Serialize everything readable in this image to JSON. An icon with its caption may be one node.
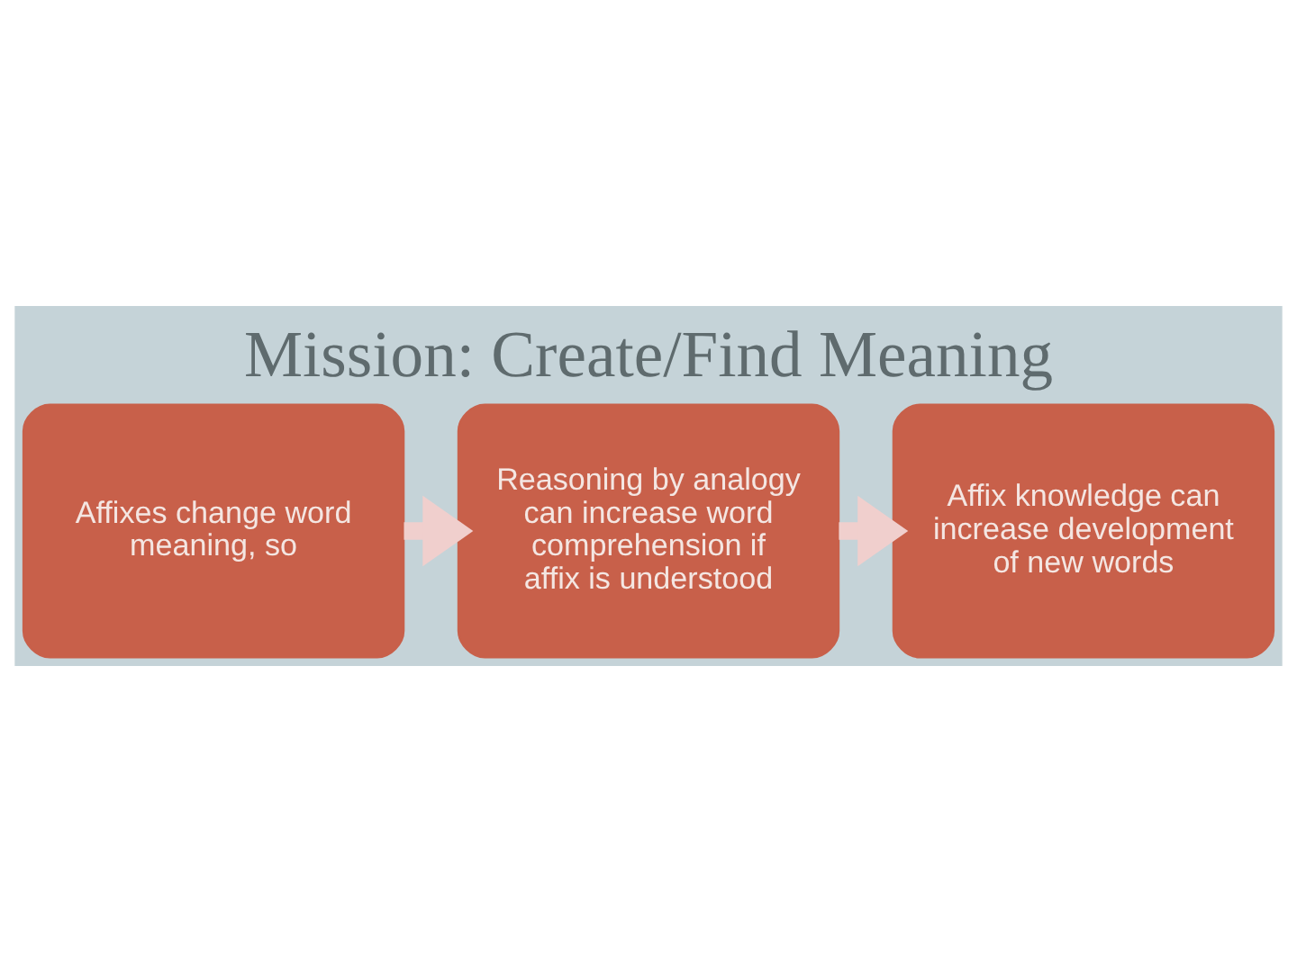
{
  "diagram": {
    "title": "Mission: Create/Find Meaning",
    "nodes": [
      {
        "text": [
          "Affixes change word meaning, so"
        ]
      },
      {
        "text": [
          "Reasoning by analogy can increase word comprehension if affix is understood"
        ]
      },
      {
        "text": [
          "Affix knowledge can increase development of new words"
        ]
      }
    ],
    "edges": [
      {
        "from": 0,
        "to": 1,
        "arrow": "to"
      },
      {
        "from": 1,
        "to": 2,
        "arrow": "to"
      }
    ]
  }
}
